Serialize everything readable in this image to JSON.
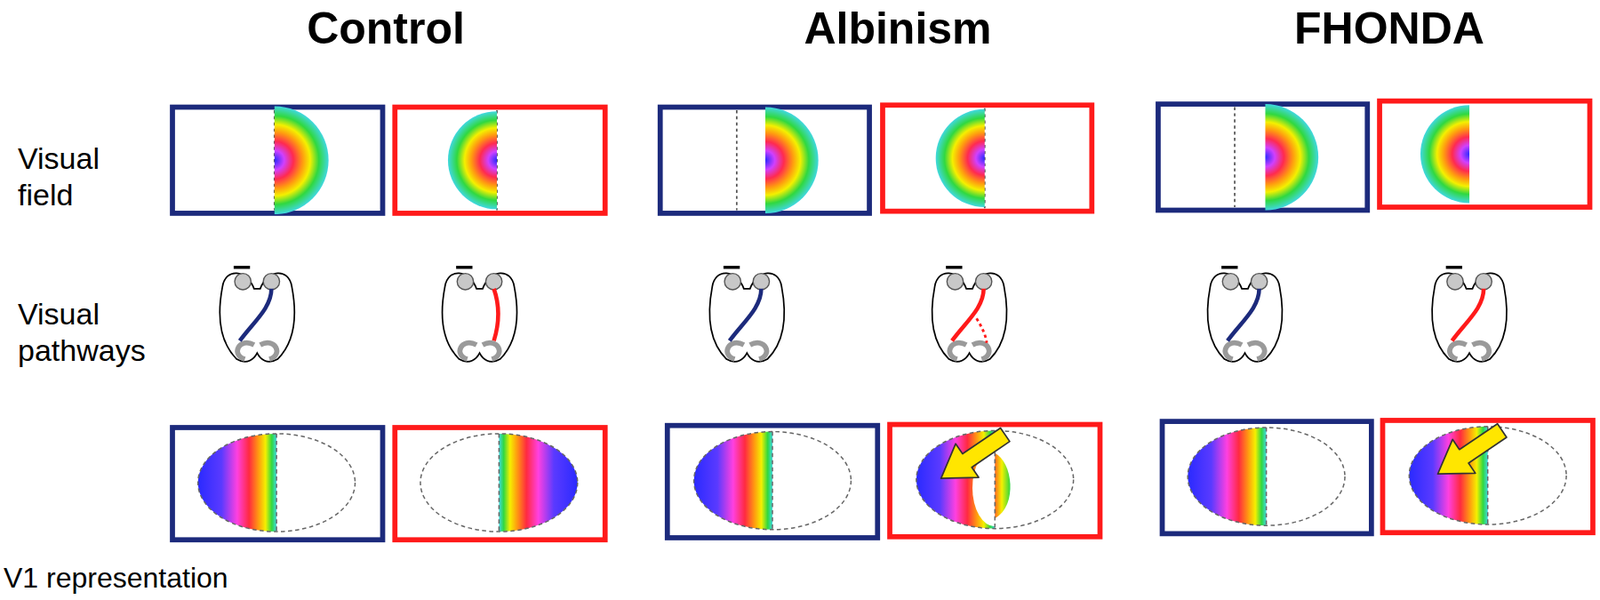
{
  "diagram": {
    "labels": [
      "Control",
      "Albinism",
      "FHONDA",
      "Visual field",
      "Visual pathways",
      "V1 representation"
    ]
  }
}
